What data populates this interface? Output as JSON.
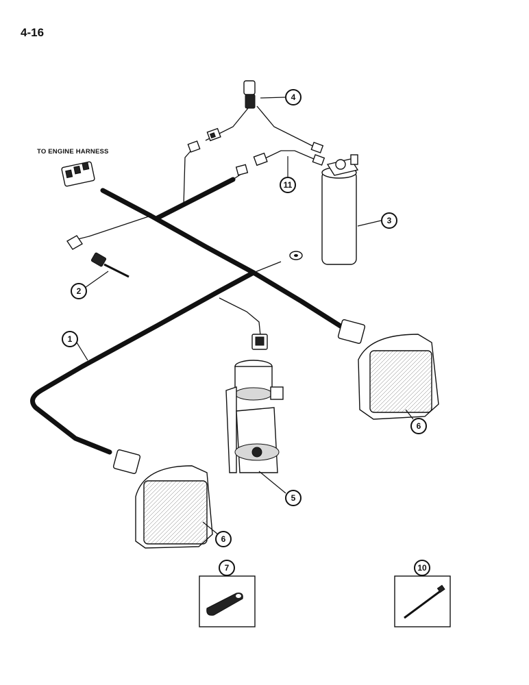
{
  "page": {
    "number": "4-16"
  },
  "labels": {
    "engine_harness": "TO ENGINE HARNESS"
  },
  "callouts": {
    "c1": "1",
    "c2": "2",
    "c3": "3",
    "c4": "4",
    "c5": "5",
    "c6a": "6",
    "c6b": "6",
    "c7": "7",
    "c10": "10",
    "c11": "11"
  }
}
